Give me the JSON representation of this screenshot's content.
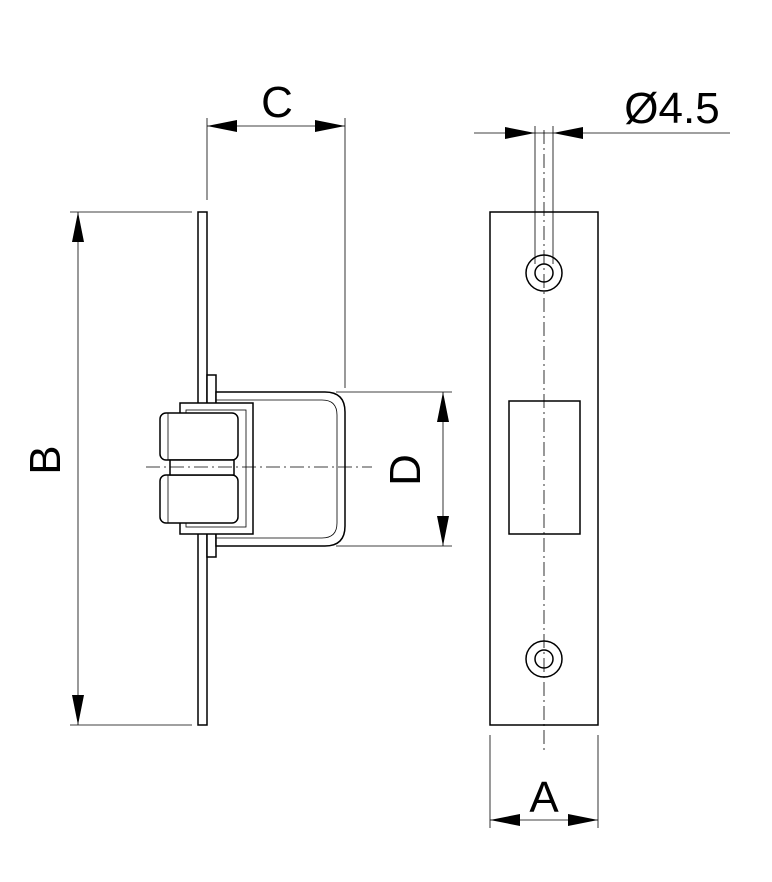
{
  "dimensions": {
    "a": "A",
    "b": "B",
    "c": "C",
    "d": "D",
    "hole": "Ø4.5"
  }
}
